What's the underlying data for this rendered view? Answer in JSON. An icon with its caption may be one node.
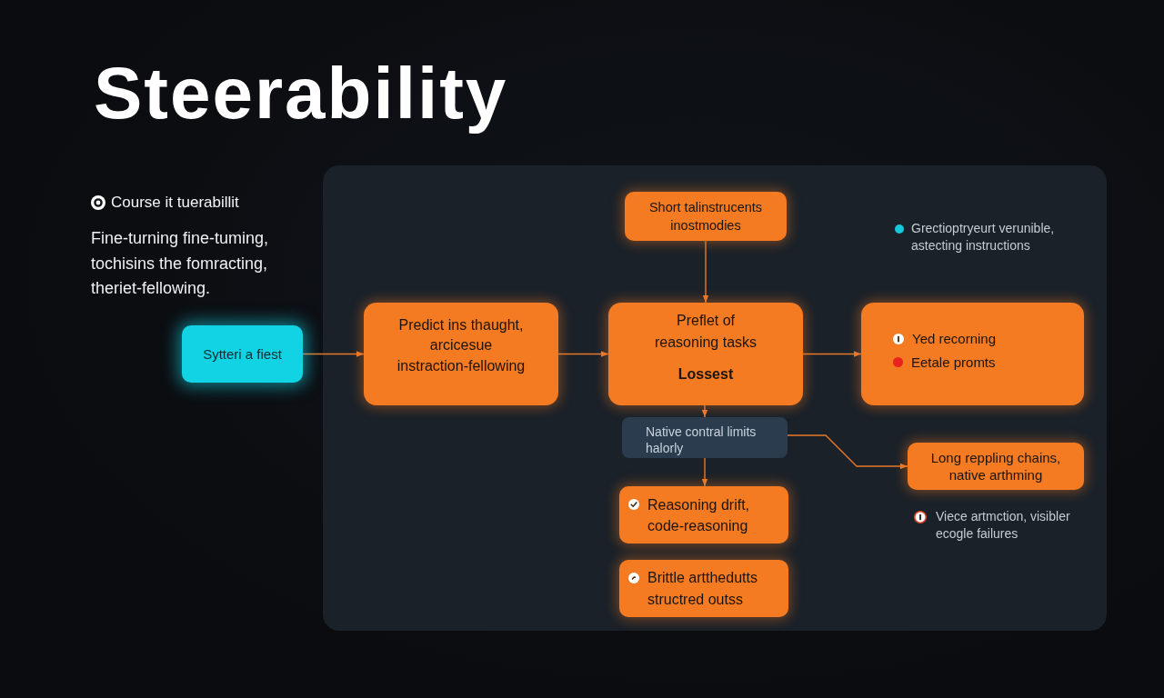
{
  "diagram": {
    "title": "Steerability",
    "nodes": [
      {
        "text": [
          "Sytteri a fiest"
        ]
      },
      {
        "text": [
          "Predict ins thaught, arcicesue instraction-fellowing"
        ]
      },
      {
        "text": [
          "Short talinstrucents inostmodies"
        ]
      },
      {
        "text": [
          "Preflet of reasoning tasks",
          "Lossest"
        ]
      },
      {
        "text": [
          "Yed recorning",
          "Eetale promts"
        ]
      },
      {
        "text": [
          "Native contral limits halorly"
        ]
      },
      {
        "text": [
          "Long reppling chains, native arthming"
        ]
      },
      {
        "text": [
          "Reasoning drift, code-reasoning"
        ]
      },
      {
        "text": [
          "Brittle artthedutts structred outss"
        ]
      }
    ],
    "edges": [
      {
        "from": 0,
        "to": 1,
        "arrow": "to"
      },
      {
        "from": 1,
        "to": 3,
        "arrow": "to"
      },
      {
        "from": 2,
        "to": 3,
        "arrow": "to"
      },
      {
        "from": 3,
        "to": 4,
        "arrow": "to"
      },
      {
        "from": 3,
        "to": 5,
        "arrow": "to"
      },
      {
        "from": 5,
        "to": 7,
        "arrow": "to"
      },
      {
        "from": 5,
        "to": 6,
        "arrow": "to"
      }
    ],
    "labels": [
      "Course it tuerabillit",
      "Fine-turning fine-tuming, tochisins the fomracting, theriet-fellowing.",
      "Grectioptryeurt verunible, astecting instructions",
      "Viece artmction, visibler ecogle failures"
    ]
  }
}
